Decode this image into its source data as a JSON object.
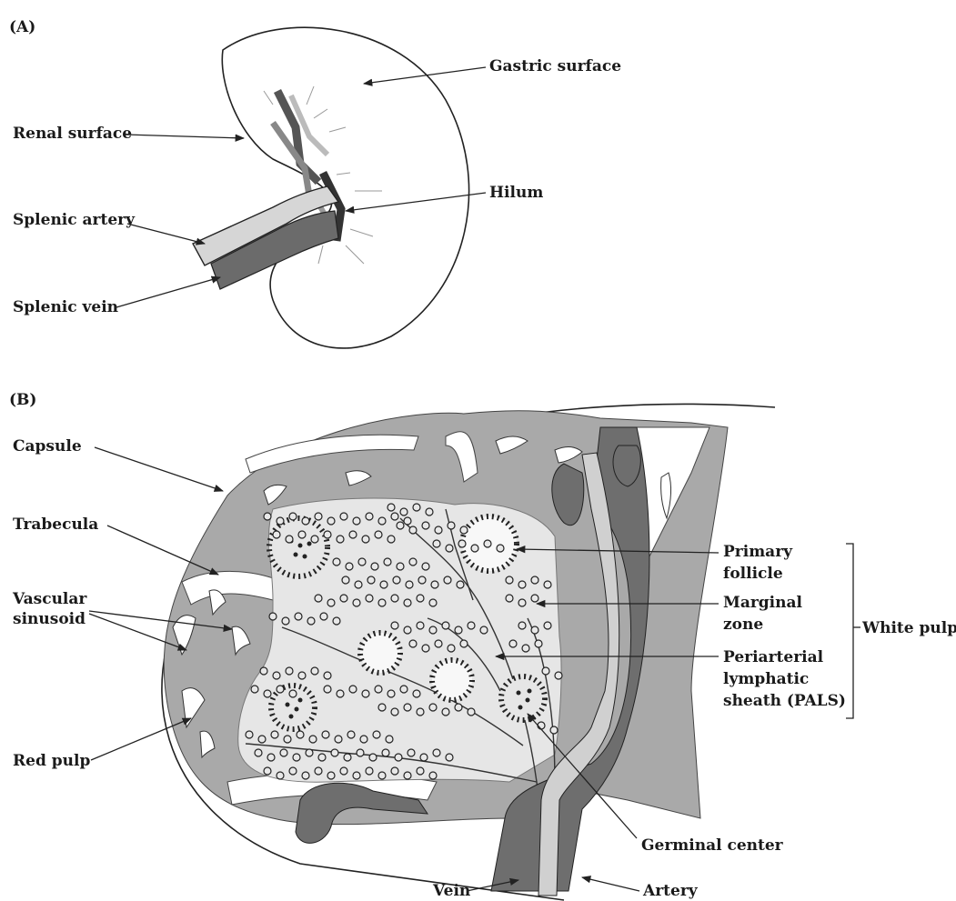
{
  "panel_a": {
    "label": "(A)",
    "gastric_surface": "Gastric surface",
    "renal_surface": "Renal surface",
    "hilum": "Hilum",
    "splenic_artery": "Splenic artery",
    "splenic_vein": "Splenic vein"
  },
  "panel_b": {
    "label": "(B)",
    "capsule": "Capsule",
    "trabecula": "Trabecula",
    "vascular_line1": "Vascular",
    "vascular_line2": "sinusoid",
    "red_pulp": "Red pulp",
    "primary_line1": "Primary",
    "primary_line2": "follicle",
    "marginal_line1": "Marginal",
    "marginal_line2": "zone",
    "pals_line1": "Periarterial",
    "pals_line2": "lymphatic",
    "pals_line3": "sheath (PALS)",
    "white_pulp": "White pulp",
    "germinal_center": "Germinal center",
    "vein": "Vein",
    "artery": "Artery"
  },
  "colors": {
    "ink": "#1a1a1a",
    "red_pulp": "#a9a9a9",
    "white_pulp": "#e6e6e6",
    "vessel_dark": "#6e6e6e",
    "vessel_light": "#d0d0d0"
  }
}
